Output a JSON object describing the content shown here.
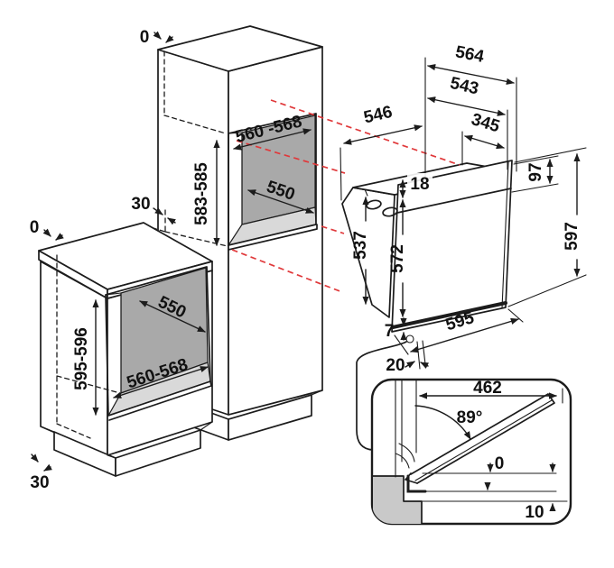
{
  "title": "Built-in oven installation dimensions diagram",
  "colors": {
    "line": "#1c1c1c",
    "red": "#e0393b",
    "niche_back": "#a9a9a9",
    "niche_floor": "#d9d9d9",
    "panel_gray": "#c9c9c9",
    "bg": "#ffffff"
  },
  "labels": {
    "tall": {
      "t0": "0",
      "t30": "30",
      "h": "583-585",
      "w": "560 -568",
      "d": "550"
    },
    "base": {
      "t0": "0",
      "t30": "30",
      "h": "595-596",
      "w": "560-568",
      "d": "550"
    },
    "oven": {
      "w564": "564",
      "w543": "543",
      "d546": "546",
      "d345": "345",
      "s18": "18",
      "p97": "97",
      "h537": "537",
      "h572": "572",
      "h597": "597",
      "w595": "595",
      "g7": "7",
      "g20": "20"
    },
    "detail": {
      "w462": "462",
      "angle": "89°",
      "g0": "0",
      "g10": "10"
    }
  }
}
